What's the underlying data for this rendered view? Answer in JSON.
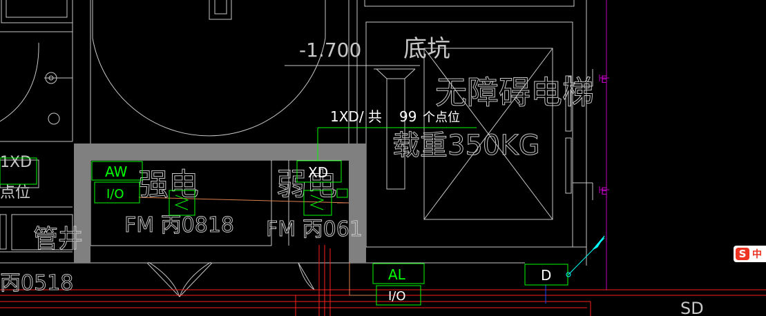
{
  "colors": {
    "background": "#000000",
    "line": "#c8c8c8",
    "wall": "#808080",
    "equipment": "#00ff00",
    "cable_red": "#ff2020",
    "cable_orange": "#e08050",
    "grid_magenta": "#c000c0",
    "leader_cyan": "#00ffff",
    "cable_blue": "#2040ff"
  },
  "labels": {
    "level": "-1.700",
    "pit": "底坑",
    "elevator": "无障碍电梯",
    "load": "载重350KG",
    "points_prefix": "1XD/ 共",
    "points_count": "99",
    "points_suffix": "个点位",
    "left_xd": "1XD",
    "left_points": "点位",
    "strong_room": "强电",
    "weak_room": "弱电",
    "door_1": "FM 丙0818",
    "door_2": "FM 丙061",
    "door_3": "丙0518",
    "shaft": "管井",
    "sd": "SD",
    "grid_mark_1": "E",
    "grid_mark_2": "E"
  },
  "equipment": {
    "aw": "AW",
    "aw_io": "I/O",
    "xd": "XD",
    "al": "AL",
    "al_io": "I/O",
    "d": "D"
  },
  "ime": {
    "logo": "S",
    "mode": "中"
  }
}
